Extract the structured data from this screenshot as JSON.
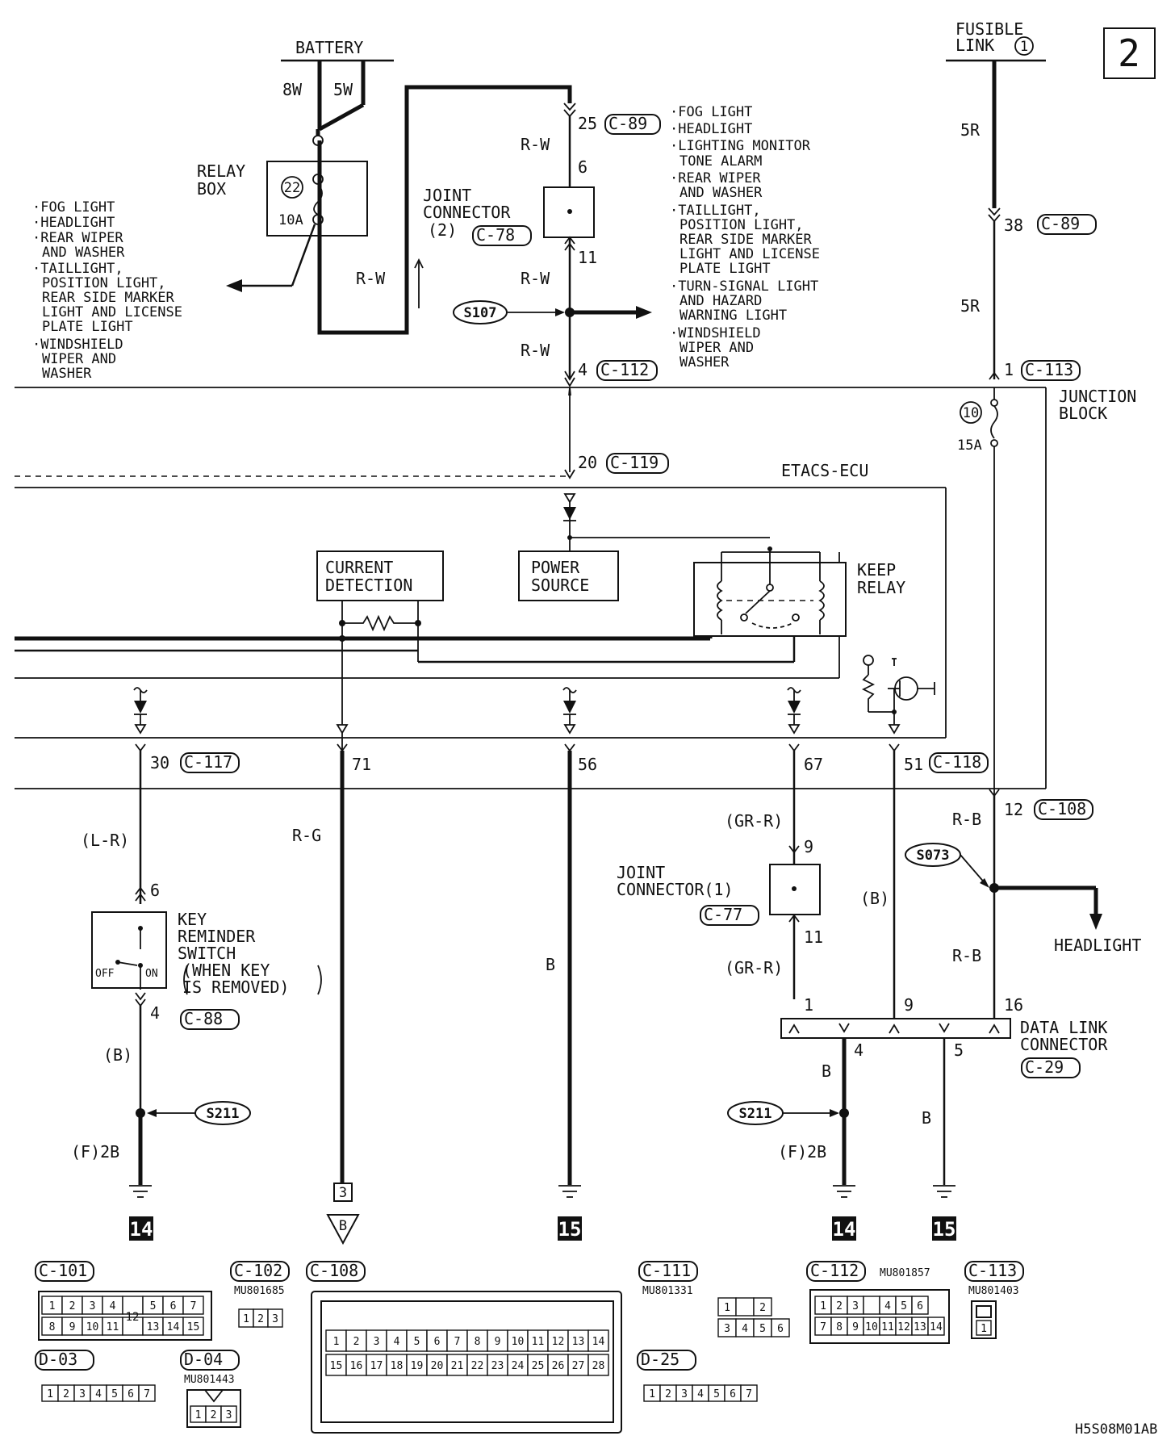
{
  "page_number": "2",
  "diagram_code": "H5S08M01AB",
  "battery": {
    "label": "BATTERY",
    "left_wire": "8W",
    "right_wire": "5W"
  },
  "relay_box": {
    "label_line1": "RELAY",
    "label_line2": "BOX",
    "fuse_number": "22",
    "fuse_rating": "10A",
    "wire": "R-W",
    "loads": [
      "FOG LIGHT",
      "HEADLIGHT",
      "REAR WIPER",
      "AND WASHER",
      "TAILLIGHT,",
      "POSITION LIGHT,",
      "REAR SIDE MARKER",
      "LIGHT AND LICENSE",
      "PLATE LIGHT",
      "WINDSHIELD",
      "WIPER AND",
      "WASHER"
    ]
  },
  "fusible_link": {
    "label_line1": "FUSIBLE",
    "label_line2": "LINK",
    "number": "1",
    "wire_top": "5R",
    "pin": "38",
    "connector": "C-89",
    "wire_bottom": "5R"
  },
  "joint_connector_2": {
    "label_line1": "JOINT",
    "label_line2": "CONNECTOR",
    "number": "(2)",
    "connector": "C-78",
    "pin_in": "6",
    "pin_out": "11"
  },
  "top_branch": {
    "pin": "25",
    "connector": "C-89",
    "wire_in": "R-W",
    "wire_mid": "R-W",
    "wire_out": "R-W",
    "splice": "S107",
    "loads_top": [
      "FOG LIGHT",
      "HEADLIGHT",
      "LIGHTING MONITOR",
      "TONE ALARM",
      "REAR WIPER",
      "AND WASHER",
      "TAILLIGHT,",
      "POSITION LIGHT,",
      "REAR SIDE MARKER",
      "LIGHT AND LICENSE",
      "PLATE LIGHT"
    ],
    "loads_splice": [
      "TURN-SIGNAL LIGHT",
      "AND HAZARD",
      "WARNING LIGHT",
      "WINDSHIELD",
      "WIPER AND",
      "WASHER"
    ],
    "jb_pin": "4",
    "jb_connector": "C-112"
  },
  "junction_block": {
    "label_line1": "JUNCTION",
    "label_line2": "BLOCK",
    "pin_in": "1",
    "connector_in": "C-113",
    "fuse_number": "10",
    "fuse_rating": "15A",
    "pin_out": "12",
    "connector_out": "C-108"
  },
  "etacs": {
    "label": "ETACS-ECU",
    "pin_power": "20",
    "connector_power": "C-119",
    "current_detection_1": "CURRENT",
    "current_detection_2": "DETECTION",
    "power_source_1": "POWER",
    "power_source_2": "SOURCE",
    "keep_relay_1": "KEEP",
    "keep_relay_2": "RELAY",
    "pins": [
      {
        "pin": "30",
        "connector": "C-117"
      },
      {
        "pin": "71",
        "connector": ""
      },
      {
        "pin": "56",
        "connector": ""
      },
      {
        "pin": "67",
        "connector": ""
      },
      {
        "pin": "51",
        "connector": "C-118"
      }
    ]
  },
  "key_reminder": {
    "wire_top": "(L-R)",
    "pin_top": "6",
    "label": [
      "KEY",
      "REMINDER",
      "SWITCH",
      "(WHEN KEY",
      "IS REMOVED)"
    ],
    "off": "OFF",
    "on": "ON",
    "pin_bottom": "4",
    "connector": "C-88",
    "wire_bottom": "(B)",
    "splice": "S211",
    "ground_wire": "(F)2B",
    "ground": "14"
  },
  "circuit_71": {
    "wire": "R-G",
    "ref": "3",
    "arrow": "B"
  },
  "circuit_56": {
    "wire": "B",
    "ground": "15"
  },
  "joint_connector_1": {
    "wire_top": "(GR-R)",
    "pin_top": "9",
    "label_line1": "JOINT",
    "label_line2": "CONNECTOR(1)",
    "connector": "C-77",
    "pin_bottom": "11",
    "wire_bottom": "(GR-R)"
  },
  "circuit_51": {
    "wire": "(B)"
  },
  "headlight_branch": {
    "wire_top": "R-B",
    "splice": "S073",
    "label": "HEADLIGHT",
    "wire_bottom": "R-B"
  },
  "data_link_connector": {
    "label_line1": "DATA LINK",
    "label_line2": "CONNECTOR",
    "connector": "C-29",
    "pins_top": [
      "1",
      "9",
      "16"
    ],
    "pin_4": "4",
    "pin_5": "5",
    "wire_4": "B",
    "wire_5": "B",
    "splice": "S211",
    "ground_wire": "(F)2B",
    "ground_4": "14",
    "ground_5": "15"
  },
  "connectors": {
    "c101": {
      "name": "C-101",
      "row1": [
        "1",
        "2",
        "3",
        "4",
        "",
        "5",
        "6",
        "7"
      ],
      "center": "12",
      "row2": [
        "8",
        "9",
        "10",
        "11",
        "",
        "13",
        "14",
        "15"
      ]
    },
    "c102": {
      "name": "C-102",
      "part": "MU801685",
      "pins": [
        "1",
        "2",
        "3"
      ]
    },
    "c108": {
      "name": "C-108",
      "row1": [
        "1",
        "2",
        "3",
        "4",
        "5",
        "6",
        "7",
        "8",
        "9",
        "10",
        "11",
        "12",
        "13",
        "14"
      ],
      "row2": [
        "15",
        "16",
        "17",
        "18",
        "19",
        "20",
        "21",
        "22",
        "23",
        "24",
        "25",
        "26",
        "27",
        "28"
      ]
    },
    "c111": {
      "name": "C-111",
      "part": "MU801331",
      "row1": [
        "1",
        "",
        "2"
      ],
      "row2": [
        "3",
        "4",
        "5",
        "6"
      ]
    },
    "c112": {
      "name": "C-112",
      "part": "MU801857",
      "row1": [
        "1",
        "2",
        "3",
        "",
        "4",
        "5",
        "6"
      ],
      "row2": [
        "7",
        "8",
        "9",
        "10",
        "11",
        "12",
        "13",
        "14"
      ]
    },
    "c113": {
      "name": "C-113",
      "part": "MU801403",
      "pins": [
        "1"
      ]
    },
    "d03": {
      "name": "D-03",
      "pins": [
        "1",
        "2",
        "3",
        "4",
        "5",
        "6",
        "7"
      ]
    },
    "d04": {
      "name": "D-04",
      "part": "MU801443",
      "pins": [
        "1",
        "2",
        "3"
      ]
    },
    "d25": {
      "name": "D-25",
      "pins": [
        "1",
        "2",
        "3",
        "4",
        "5",
        "6",
        "7"
      ]
    }
  }
}
